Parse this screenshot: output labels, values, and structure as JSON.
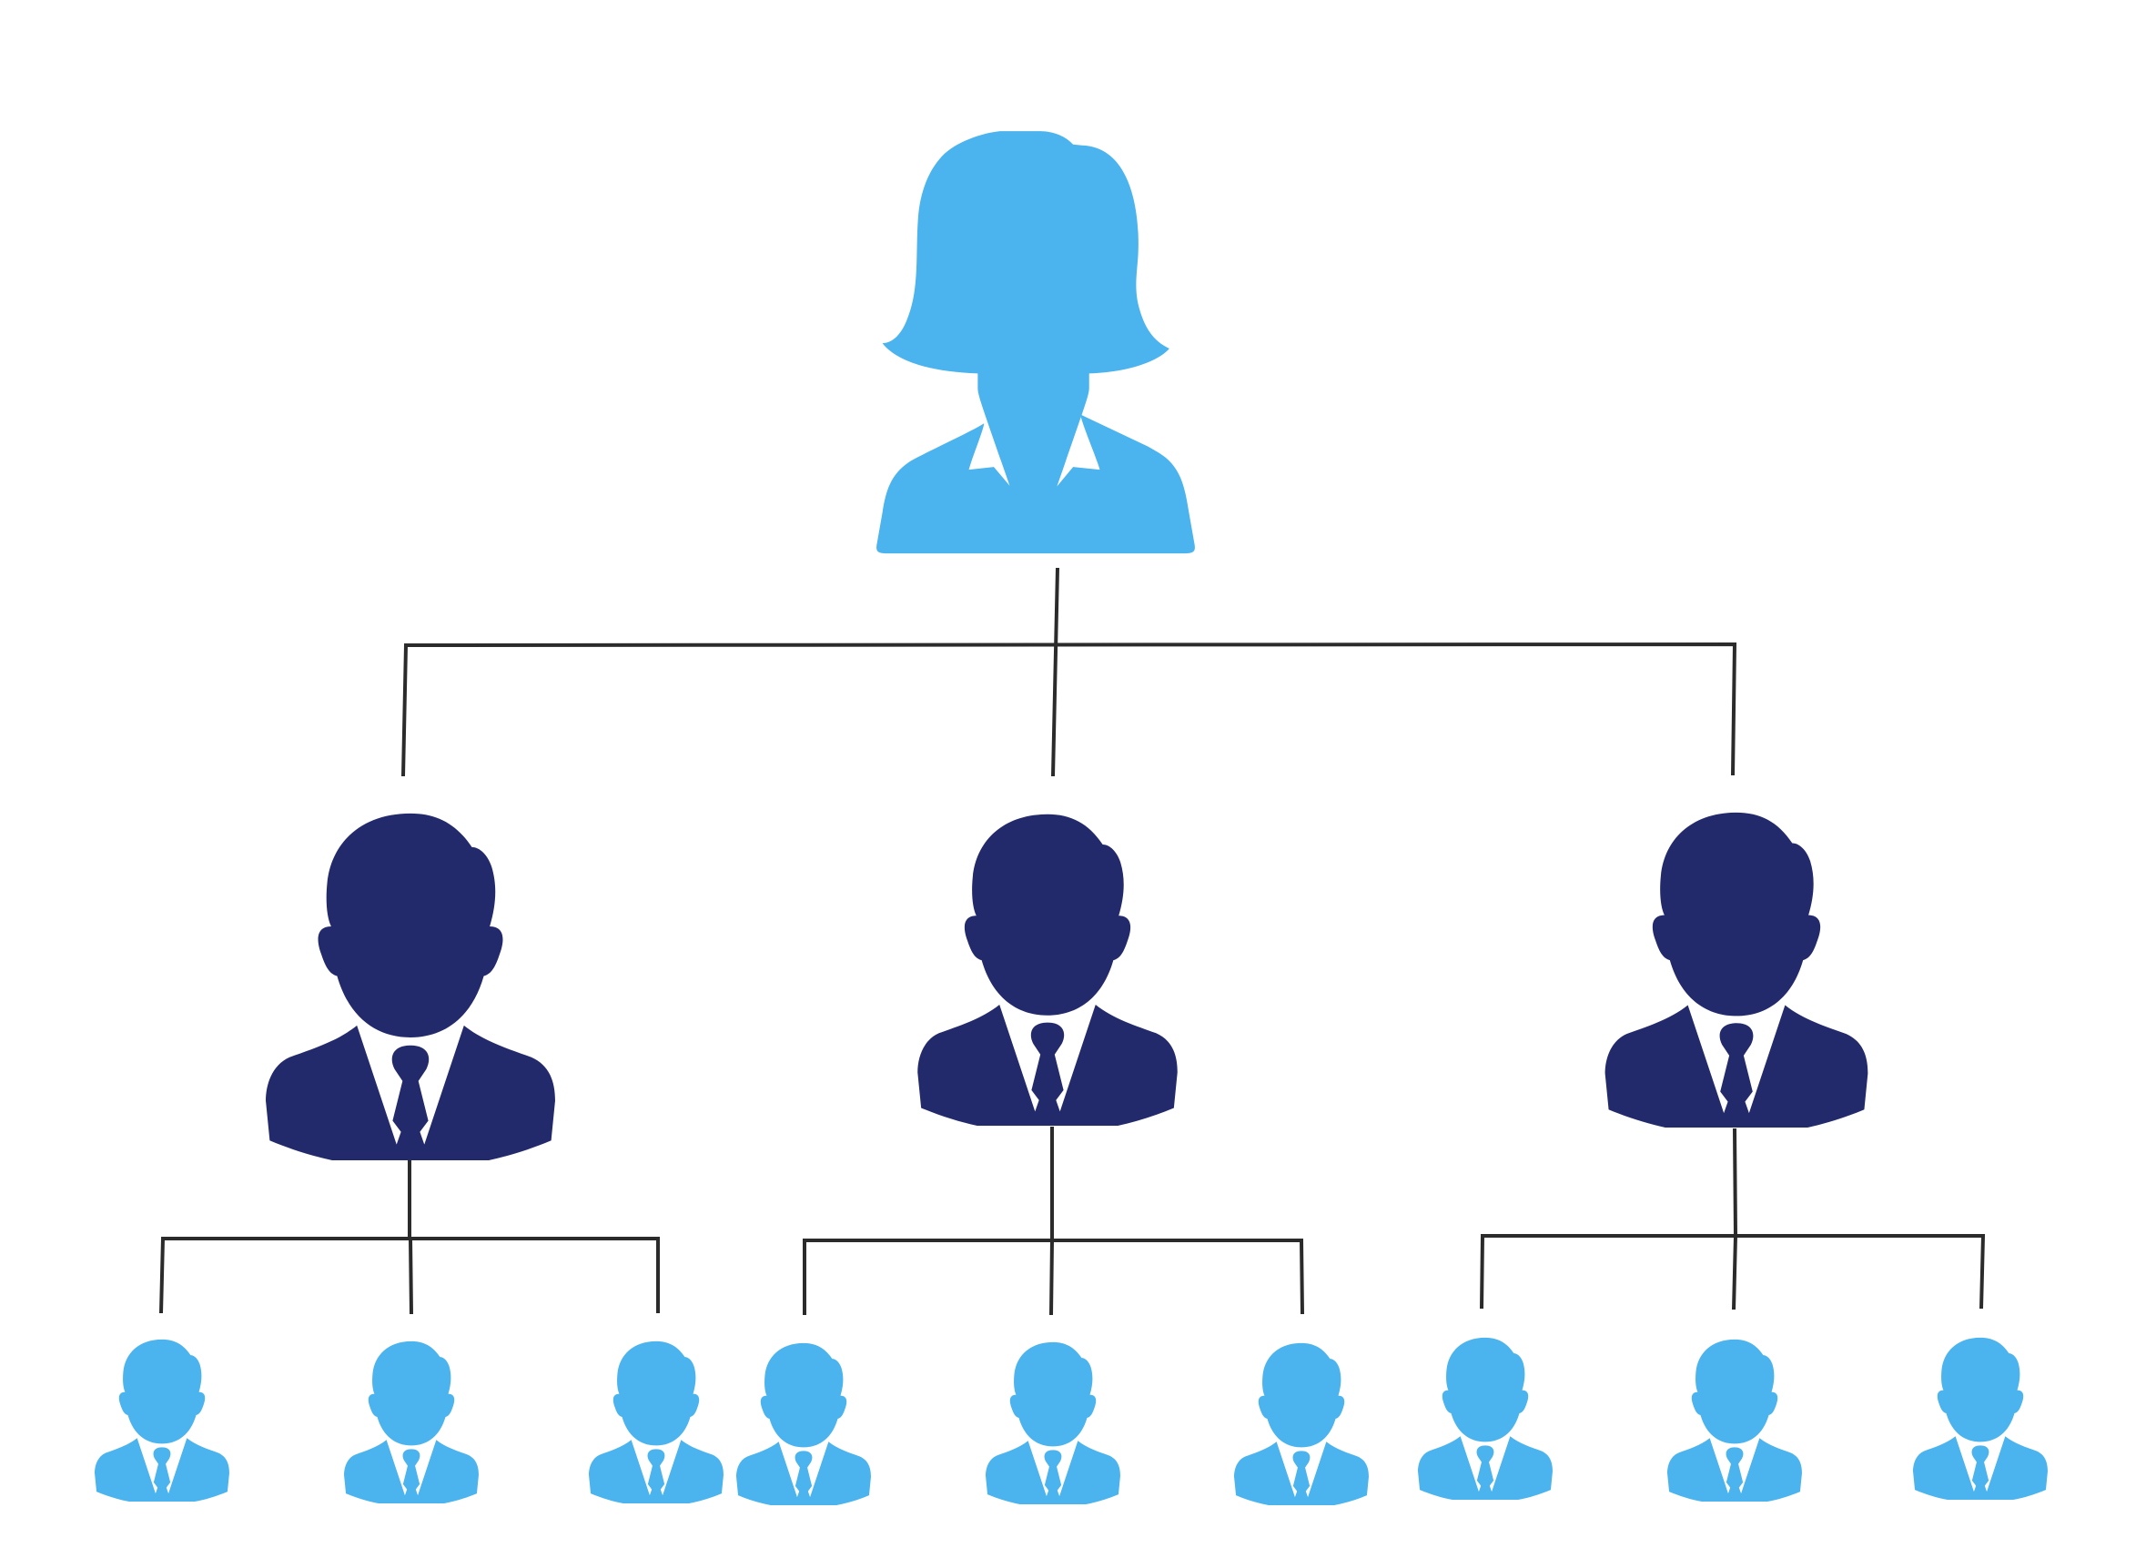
{
  "colors": {
    "top_level": "#4bb3ee",
    "middle_level": "#232a6b",
    "bottom_level": "#4bb3ee",
    "connector": "#2b2b2b",
    "background": "#ffffff"
  },
  "hierarchy": {
    "root": {
      "icon": "businesswoman-icon"
    },
    "managers": [
      {
        "icon": "businessman-icon",
        "reports": 3
      },
      {
        "icon": "businessman-icon",
        "reports": 3
      },
      {
        "icon": "businessman-icon",
        "reports": 3
      }
    ]
  }
}
